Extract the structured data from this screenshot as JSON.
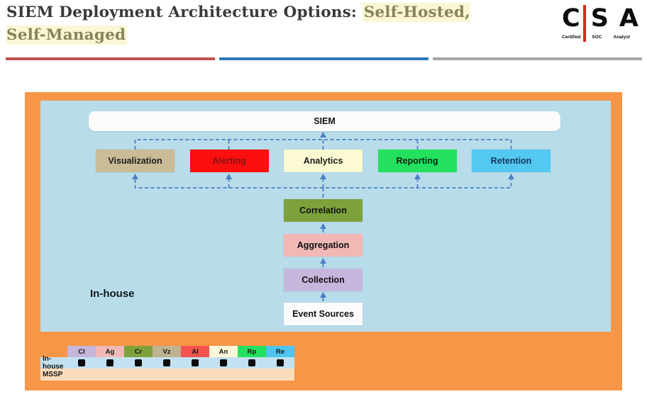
{
  "header": {
    "title_prefix": "SIEM Deployment Architecture Options: ",
    "title_highlight": "Self-Hosted, Self-Managed",
    "highlight_bg": "#fbf6d3",
    "highlight_text": "#85855a",
    "logo": {
      "letter_c": "C",
      "letter_s": "S",
      "letter_a": "A",
      "sub_certified": "Certified",
      "sub_soc": "SOC",
      "sub_analyst": "Analyst",
      "bar_color": "#d42b1e"
    }
  },
  "divider": {
    "red": "#c0504d",
    "blue": "#2e75b6",
    "gray": "#a6a6a6"
  },
  "diagram": {
    "siem_label": "SIEM",
    "in_house_label": "In-house",
    "connector_color": "#4a80c4",
    "pipeline": [
      {
        "label": "Visualization",
        "color": "#c9bc96",
        "text_color": "#1c1c1c"
      },
      {
        "label": "Alerting",
        "color": "#fc0f0f",
        "text_color": "#7e1414"
      },
      {
        "label": "Analytics",
        "color": "#fcfad2",
        "text_color": "#1c1c1c"
      },
      {
        "label": "Reporting",
        "color": "#23e15f",
        "text_color": "#102414"
      },
      {
        "label": "Retention",
        "color": "#53c8f1",
        "text_color": "#17375e"
      }
    ],
    "chain": [
      {
        "label": "Correlation",
        "color": "#7ea23b",
        "text_color": "#101010"
      },
      {
        "label": "Aggregation",
        "color": "#f2b8b6",
        "text_color": "#101010"
      },
      {
        "label": "Collection",
        "color": "#c6b6dc",
        "text_color": "#101010"
      },
      {
        "label": "Event Sources",
        "color": "#fbfbfb",
        "text_color": "#101010"
      }
    ]
  },
  "legend": {
    "row_labels": [
      "In-house",
      "MSSP"
    ],
    "columns": [
      {
        "abbr": "Cl",
        "color": "#c6b6dc",
        "in_house": true,
        "mssp": false
      },
      {
        "abbr": "Ag",
        "color": "#f2b8b6",
        "in_house": true,
        "mssp": false
      },
      {
        "abbr": "Cr",
        "color": "#7ea23b",
        "in_house": true,
        "mssp": false
      },
      {
        "abbr": "Vz",
        "color": "#bfb291",
        "in_house": true,
        "mssp": false
      },
      {
        "abbr": "Al",
        "color": "#f4534e",
        "in_house": true,
        "mssp": false
      },
      {
        "abbr": "An",
        "color": "#fbf9d8",
        "in_house": true,
        "mssp": false
      },
      {
        "abbr": "Rp",
        "color": "#23e15f",
        "in_house": true,
        "mssp": false
      },
      {
        "abbr": "Re",
        "color": "#4fc4ee",
        "in_house": true,
        "mssp": false
      }
    ]
  }
}
